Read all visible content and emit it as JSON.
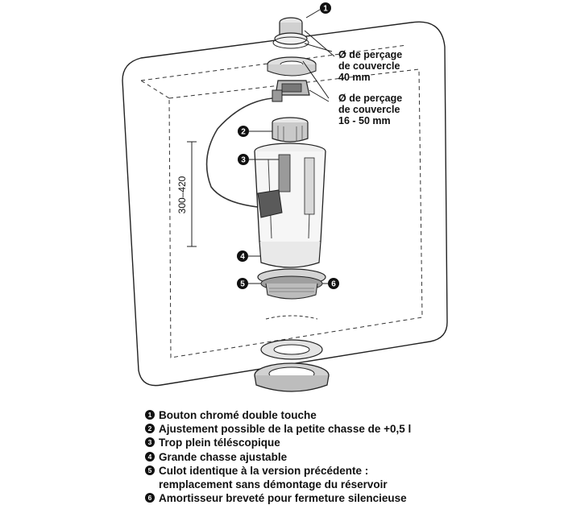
{
  "top_marker": "1",
  "callouts": [
    {
      "line1": "Ø de perçage",
      "line2": "de couvercle",
      "line3": "40 mm"
    },
    {
      "line1": "Ø de perçage",
      "line2": "de couvercle",
      "line3": "16 - 50 mm"
    }
  ],
  "dimension_label": "300–420",
  "markers": [
    "2",
    "3",
    "4",
    "5",
    "6"
  ],
  "legend": [
    {
      "num": "1",
      "text": "Bouton chromé double touche"
    },
    {
      "num": "2",
      "text": "Ajustement possible de la petite chasse de +0,5 l"
    },
    {
      "num": "3",
      "text": "Trop plein téléscopique"
    },
    {
      "num": "4",
      "text": "Grande chasse ajustable"
    },
    {
      "num": "5",
      "text": "Culot identique à la version précédente :",
      "text2": "remplacement sans démontage du réservoir"
    },
    {
      "num": "6",
      "text": "Amortisseur breveté pour fermeture silencieuse"
    }
  ]
}
